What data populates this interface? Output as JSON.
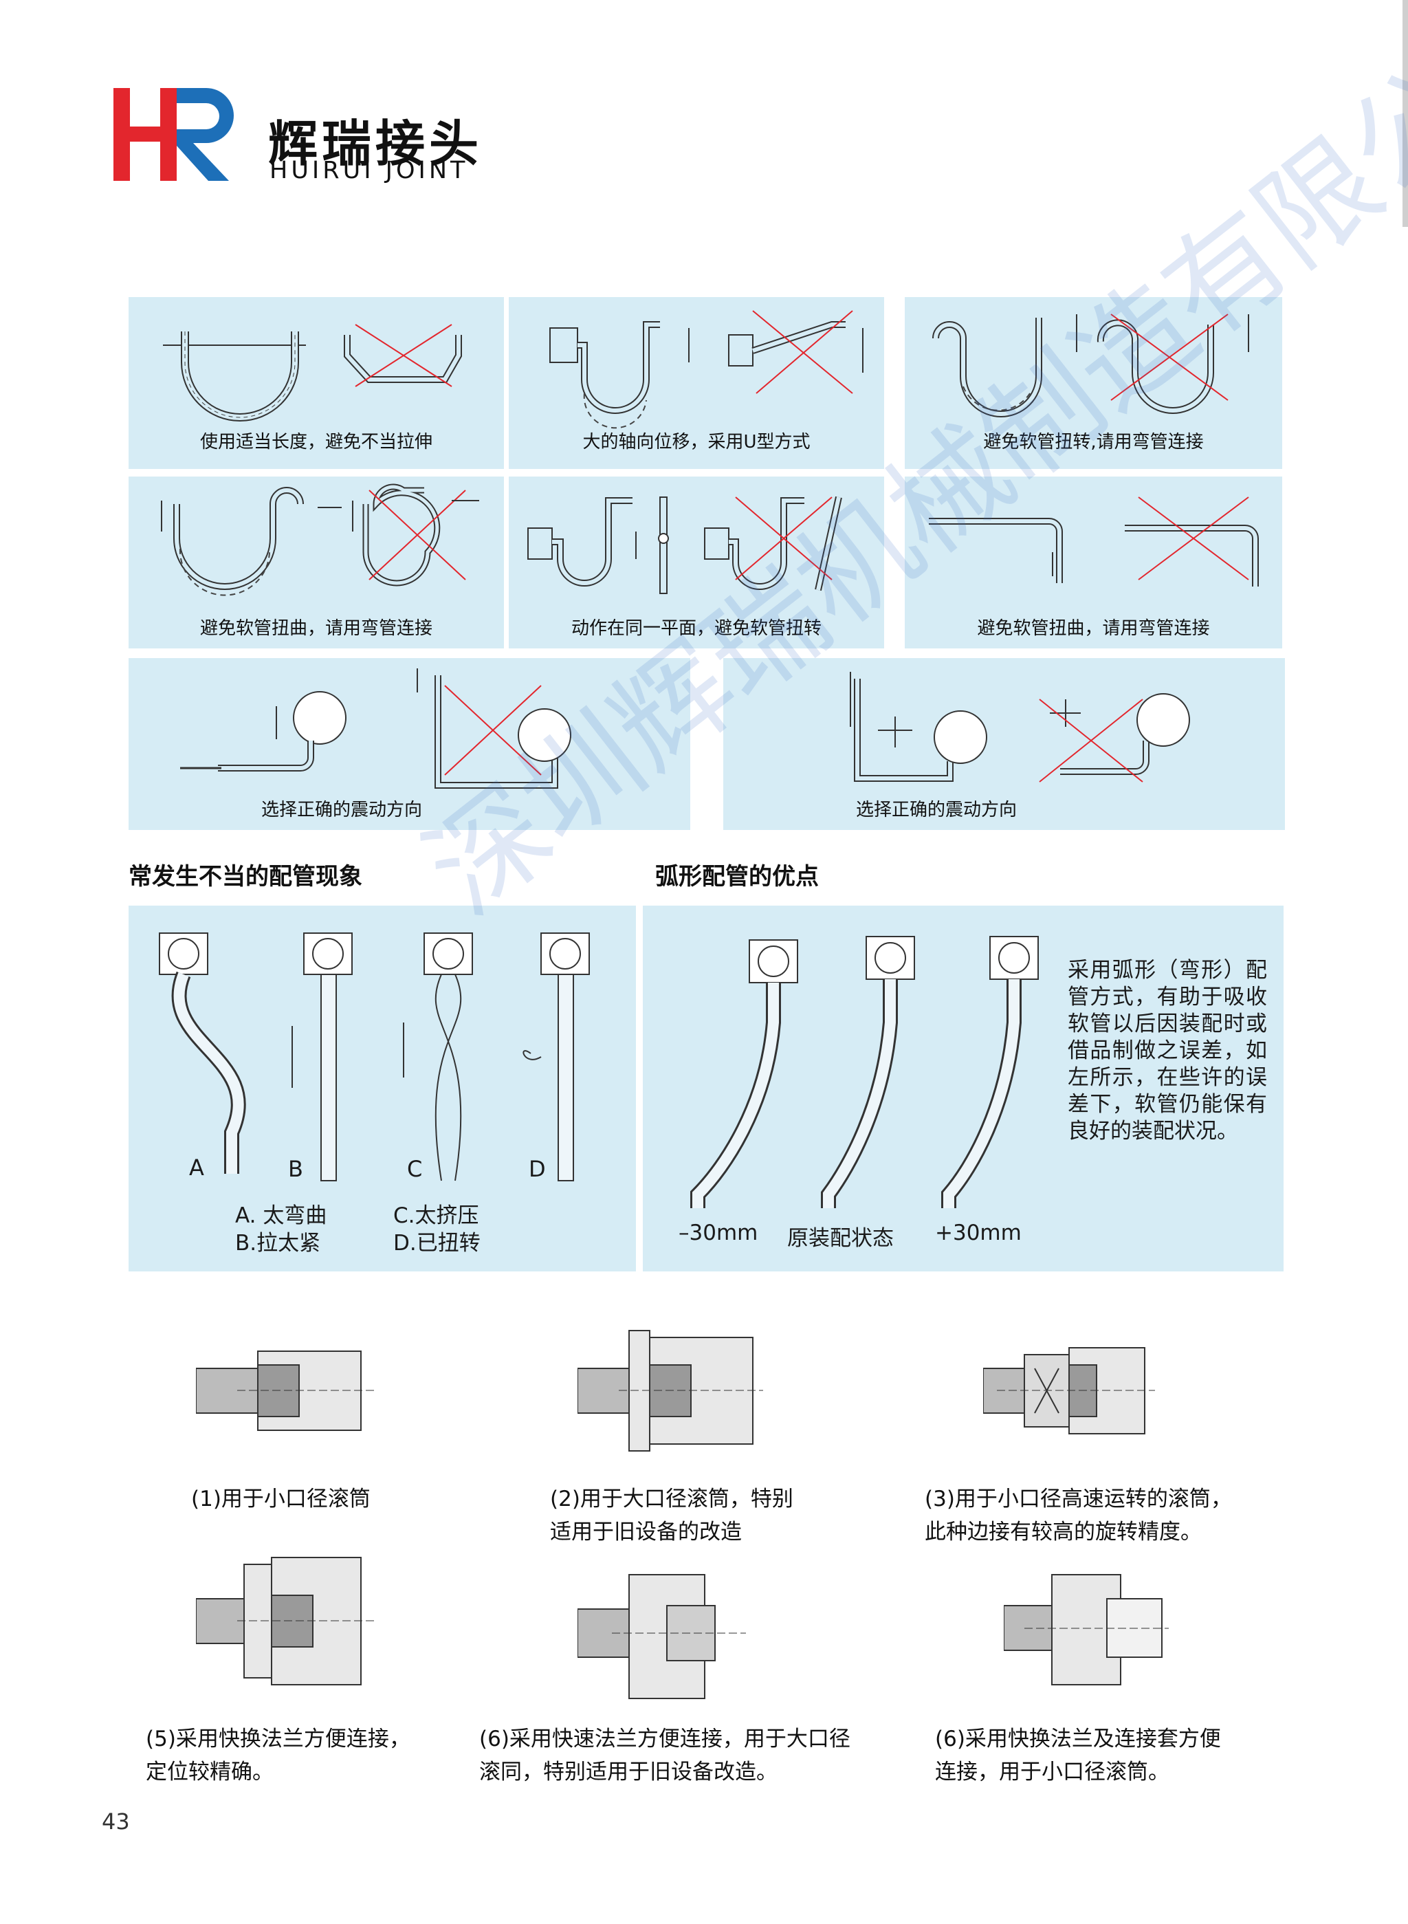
{
  "brand": {
    "logo_letters": "HR",
    "name_cn": "辉瑞接头",
    "name_en": "HUIRUI JOINT",
    "colors": {
      "red": "#e3262d",
      "blue": "#1d6fb8"
    }
  },
  "diagram_grid": {
    "captions": [
      "使用适当长度，避免不当拉伸",
      "大的轴向位移，采用U型方式",
      "避免软管扭转,请用弯管连接",
      "避免软管扭曲，请用弯管连接",
      "动作在同一平面，避免软管扭转",
      "避免软管扭曲，请用弯管连接",
      "选择正确的震动方向",
      "选择正确的震动方向"
    ]
  },
  "section_improper": {
    "title": "常发生不当的配管现象",
    "letters": [
      "A",
      "B",
      "C",
      "D"
    ],
    "legend_col1": [
      "A. 太弯曲",
      "B.拉太紧"
    ],
    "legend_col2": [
      "C.太挤压",
      "D.已扭转"
    ]
  },
  "section_arc": {
    "title": "弧形配管的优点",
    "labels": [
      "–30mm",
      "原装配状态",
      "+30mm"
    ],
    "description": "采用弧形（弯形）配管方式，有助于吸收软管以后因装配时或借品制做之误差，如左所示，在些许的误差下，软管仍能保有良好的装配状况。"
  },
  "fittings": {
    "captions": [
      "(1)用于小口径滚筒",
      "(2)用于大口径滚筒，特别\n适用于旧设备的改造",
      "(3)用于小口径高速运转的滚筒，\n此种边接有较高的旋转精度。",
      "(5)采用快换法兰方便连接，\n定位较精确。",
      "(6)采用快速法兰方便连接，用于大口径\n滚同，特别适用于旧设备改造。",
      "(6)采用快换法兰及连接套方便\n连接，用于小口径滚筒。"
    ]
  },
  "watermark": "深圳辉瑞机械制造有限公司",
  "page_number": "43"
}
